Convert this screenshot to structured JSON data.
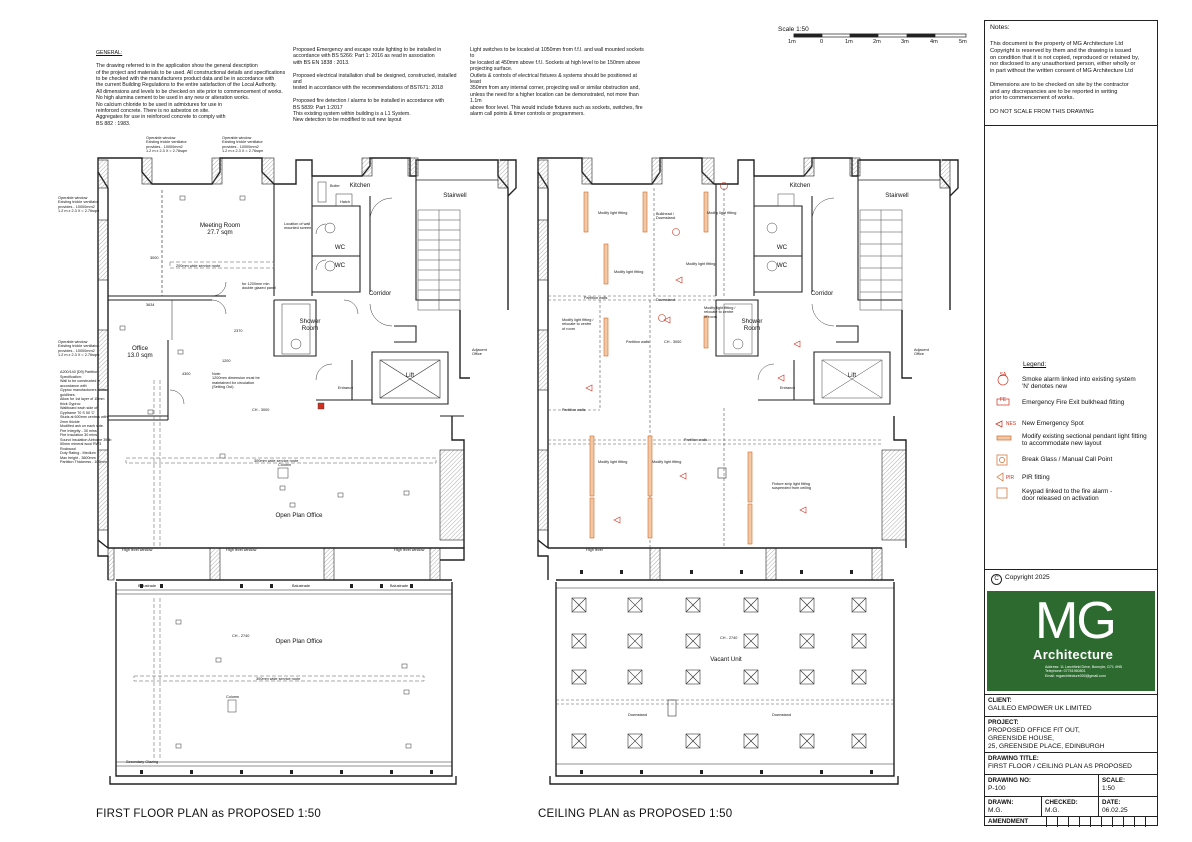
{
  "general_notes": {
    "heading": "GENERAL:",
    "text": "The drawing referred to in the application show the general description\nof the project and materials to be used. All constructional details and specifications\nto be checked with the manufacturers product data and be in accordance with\nthe current Building Regulations to the entire satisfaction of the Local Authority.\nAll dimensions and levels to be checked on site prior to commencement of works.\nNo high alumina cement to be used in any new or alteration works.\nNo calcium chloride to be used in admixtures for use in\nreinforced concrete. There is no asbestos on site.\nAggregates for use in reinforced concrete to comply with\nBS 882 : 1983."
  },
  "emergency_notes": {
    "text": "Proposed Emergency and escape route lighting to be installed in\naccordance with BS 5266: Part 1: 2016 as read in association\nwith BS EN 1838 : 2013.\n\nProposed electrical installation shall be designed, constructed, installed and\ntested in accordance with the recommendations of BS7671: 2018\n\nProposed fire detection / alarms to be installed in accordance with\nBS 5839: Part 1:2017\nThis existing system within building is a L1 System.\nNew detection to be modified to suit new layout"
  },
  "switch_notes": {
    "text": "Light switches to be located at 1050mm from f.f.l. and wall mounted sockets to\nbe located at 450mm above f.f.l. Sockets at high level to be 150mm above\nprojecting surface.\nOutlets & controls of electrical fixtures & systems should be positioned at least\n350mm from any internal corner, projecting wall or similar obstruction and,\nunless the need for a higher location can be demonstrated, not more than 1.1m\nabove floor level. This would include fixtures such as sockets, switches, fire\nalarm call points & timer controls or programmers."
  },
  "partition_notes": {
    "text": "A200/140 [D9] Partition Specification:\nWall to be constructed in accordance with\nGyproc manufacturers written guidlines.\nAllow for 1st layer of 15mm thick Gyproc\nWallboard each side of Gypframe 70 S 50 'C'\nStuds at 600mm centres with 2mm thickle\nModified ash on each side.\nFire Integrity - 30 mins\nFire Insulation 30 mins\nSound Insulation Airborne 39db\n50mm mineral wool RW3 Rockwool\nDuty Rating - Medium\nMax height - 3600mm\nPartition Thickness - 106mm"
  },
  "scale_bar": {
    "title": "Scale 1:50",
    "labels": [
      "1m",
      "0",
      "1m",
      "2m",
      "3m",
      "4m",
      "5m"
    ]
  },
  "floor_plan": {
    "title": "FIRST FLOOR PLAN as PROPOSED 1:50",
    "rooms": {
      "meeting": "Meeting Room\n27.7 sqm",
      "office": "Office\n13.0 sqm",
      "kitchen": "Kitchen",
      "wc1": "WC",
      "wc2": "WC",
      "stairwell": "Stairwell",
      "corridor": "Corridor",
      "shower": "Shower\nRoom",
      "lift": "Lift",
      "open_plan_1": "Open Plan Office",
      "open_plan_2": "Open Plan Office"
    },
    "small_labels": {
      "op_window_1": "Operable window\nExisting trickle ventilator\nprovides - 10000mm2\n1.2 m x 2.3 X = 2.76sqm",
      "op_window_2": "Operable window\nExisting trickle ventilator\nprovides - 10000mm2\n1.2 m x 2.3 X = 2.76sqm",
      "op_window_3": "Operable window\nExisting trickle ventilator\nprovides - 10000mm2\n1.2 m x 2.3 X = 2.76sqm",
      "op_window_4": "Operable window\nExisting trickle ventilator\nprovides - 10000mm2\n1.2 m x 2.3 X = 2.76sqm",
      "service_route_1": "200mm wide service route",
      "service_route_2": "300mm wide service route",
      "service_route_3": "300mm wide service route",
      "door_note": "for 1200mm min\ndouble glazed panel",
      "hall_note": "Location of wall\nmounted screen",
      "clear_note": "Note:\n1200mm dimension must be\nmaintained for circulation\n(Setting Out)",
      "dim_3634": "3634",
      "dim_2370": "2370",
      "dim_1200": "1200",
      "dim_3000": "3000",
      "dim_4300": "4300",
      "boiler": "Boiler",
      "hatch": "Hatch",
      "entrance": "Entrance",
      "adjacent": "Adjacent\nOffice",
      "ch1": "CH - 3000",
      "ch2": "CH - 2740",
      "column1": "Column",
      "column2": "Column",
      "high_window_1": "High level window",
      "high_window_2": "High level window",
      "high_window_3": "High level window",
      "balustrade_1": "Balustrade",
      "balustrade_2": "Balustrade",
      "balustrade_3": "Balustrade",
      "secondary_glazing": "Secondary Glazing"
    }
  },
  "ceiling_plan": {
    "title": "CEILING PLAN as PROPOSED 1:50",
    "rooms": {
      "kitchen": "Kitchen",
      "wc1": "WC",
      "wc2": "WC",
      "stairwell": "Stairwell",
      "corridor": "Corridor",
      "shower": "Shower\nRoom",
      "lift": "Lift",
      "vacant": "Vacant Unit"
    },
    "small_labels": {
      "modify_1": "Modify light fitting",
      "modify_2": "Modify light fitting",
      "modify_3": "Modify light fitting",
      "modify_4": "Modify light fitting",
      "modify_5": "Modify light fitting",
      "modify_6": "Modify light fitting",
      "relocate_1": "Modify light fitting /\nrelocate to centre\nof room",
      "relocate_2": "Modify light fitting /\nrelocate to centre\nof room",
      "partition_walls_1": "Partition walls",
      "partition_walls_2": "Partition walls",
      "partition_walls_3": "Partition walls",
      "partition_walls_4": "Partition walls",
      "downstand_1": "Downstand",
      "downstand_2": "Downstand",
      "downstand_3": "Downstand",
      "bulkhead": "Bulkhead /\nDownstand",
      "fixture_note": "Fixture strip light fitting\nsuspended from ceiling",
      "ch3": "CH - 3000",
      "ch4": "CH - 2740",
      "high_window": "High level",
      "adjacent": "Adjacent\nOffice",
      "entrance": "Entrance"
    }
  },
  "title_block": {
    "notes_heading": "Notes:",
    "notes_body": "This document is the property of MG Architecture Ltd\nCopyright is reserved by them and the drawing is issued\non condition that it is not copied, reproduced or retained by,\nnor disclosed to any unauthorised person, either wholly or\nin part without the written consent of MG Architecture Ltd\n\nDimensions are to be checked on site by the contractor\nand any discrepancies are to be reported in writing\nprior to commencement of works.\n\nDO NOT SCALE FROM THIS DRAWING",
    "legend_heading": "Legend:",
    "legend": [
      {
        "symbol": "SA",
        "label": "Smoke alarm linked into existing system\n'N' denotes new"
      },
      {
        "symbol": "FE",
        "label": "Emergency Fire Exit bulkhead fitting"
      },
      {
        "symbol": "NES",
        "label": "New Emergency Spot"
      },
      {
        "symbol": "",
        "label": "Modify existing sectional pendant light fitting\nto accommodate new layout"
      },
      {
        "symbol": "",
        "label": "Break Glass / Manual Call Point"
      },
      {
        "symbol": "PIR",
        "label": "PIR fitting"
      },
      {
        "symbol": "",
        "label": "Keypad linked to the fire alarm -\ndoor released on activation"
      }
    ],
    "copyright": "Copyright 2025",
    "copyright_symbol": "C",
    "logo_text": "MG",
    "logo_sub": "Architecture",
    "logo_address": "Address: 11 Larchfield Drive, Bonnybr, G71 4HB\nTelephone: 07751960801\nEmail: mgarchitecture000@gmail.com",
    "logo_color": "#2d6a30",
    "client_label": "CLIENT:",
    "client": "GALILEO EMPOWER UK LIMITED",
    "project_label": "PROJECT:",
    "project": "PROPOSED OFFICE FIT OUT,\nGREENSIDE HOUSE,\n25, GREENSIDE PLACE, EDINBURGH",
    "drawing_title_label": "DRAWING TITLE:",
    "drawing_title": "FIRST FLOOR / CEILING PLAN AS PROPOSED",
    "drawing_no_label": "DRAWING NO:",
    "drawing_no": "P-100",
    "scale_label": "SCALE:",
    "scale": "1:50",
    "drawn_label": "DRAWN:",
    "drawn": "M.G.",
    "checked_label": "CHECKED:",
    "checked": "M.G.",
    "date_label": "DATE:",
    "date": "06.02.25",
    "amendment_label": "AMENDMENT"
  }
}
